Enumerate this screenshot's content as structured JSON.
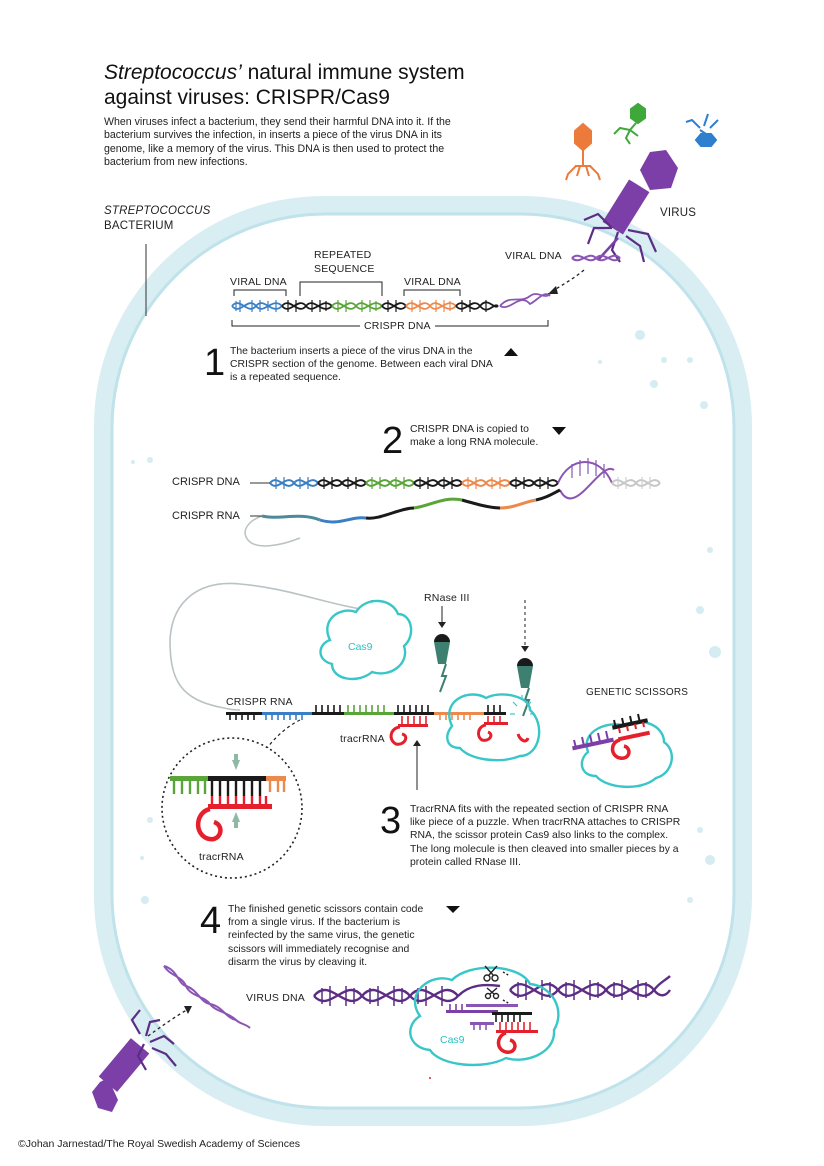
{
  "title": {
    "italic": "Streptococcus’",
    "line1_rest": " natural immune system",
    "line2": "against viruses: CRISPR/Cas9"
  },
  "intro": "When viruses infect a bacterium, they send their harmful DNA into it. If the bacterium survives the infection, in inserts a piece of the virus DNA in its genome, like a memory of the virus. This DNA is then used to protect the bacterium from new infections.",
  "labels": {
    "strep_line1": "STREPTOCOCCUS",
    "strep_line2": "BACTERIUM",
    "virus": "VIRUS",
    "viral_dna_top": "VIRAL DNA",
    "viral_dna_left": "VIRAL DNA",
    "repeated_line1": "REPEATED",
    "repeated_line2": "SEQUENCE",
    "viral_dna_right": "VIRAL DNA",
    "crispr_dna_bracket": "CRISPR DNA",
    "crispr_dna_2": "CRISPR DNA",
    "crispr_rna_2": "CRISPR RNA",
    "rnase": "RNase III",
    "cas9_a": "Cas9",
    "crispr_rna_3": "CRISPR RNA",
    "tracrrna": "tracrRNA",
    "tracrrna_zoom": "tracrRNA",
    "genetic_scissors": "GENETIC SCISSORS",
    "virus_dna": "VIRUS DNA",
    "cas9_b": "Cas9"
  },
  "steps": [
    {
      "num": "1",
      "text": "The bacterium inserts a piece of the virus DNA in the CRISPR section of the genome. Between each viral DNA is a repeated sequence."
    },
    {
      "num": "2",
      "text": "CRISPR DNA is copied to make a long RNA molecule."
    },
    {
      "num": "3",
      "text": "TracrRNA fits with the repeated section of CRISPR RNA like piece of a puzzle. When tracrRNA attaches  to CRISPR RNA, the scissor protein Cas9 also links to the complex. The long molecule is then cleaved into smaller pieces by a protein called RNase III."
    },
    {
      "num": "4",
      "text": "The finished genetic scissors contain code from a single virus. If the bacterium is reinfected by the same virus, the genetic scissors will immediately recognise and disarm the virus by cleaving it."
    }
  ],
  "credit": "©Johan Jarnestad/The Royal Swedish Academy of Sciences",
  "colors": {
    "membrane": "#cfeaf0",
    "membrane_edge": "#a9d7e3",
    "virus_purple": "#7b3fa7",
    "dna_blue": "#3a7fc4",
    "dna_green": "#5aa53a",
    "dna_orange": "#ec8a4e",
    "dna_black": "#1a1a1a",
    "tracr_red": "#e5202c",
    "cas9_teal": "#38c6c8",
    "rnase_green": "#3d7f70"
  },
  "icons": [
    "phage-orange-icon",
    "phage-green-icon",
    "phage-blue-icon",
    "virus-purple-icon",
    "cas9-protein-icon",
    "rnase-iii-icon",
    "scissors-icon"
  ]
}
